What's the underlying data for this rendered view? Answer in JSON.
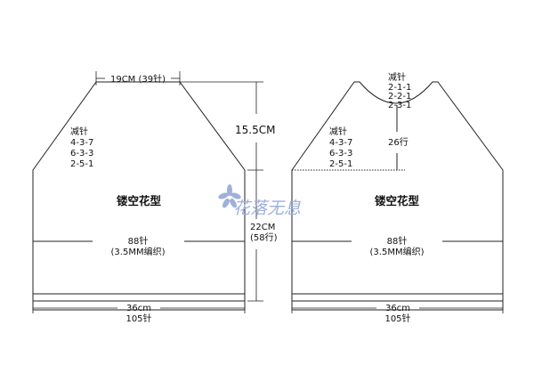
{
  "colors": {
    "line": "#222222",
    "watermark": "#9fb0dc"
  },
  "watermark": {
    "text": "花落无息",
    "icon": "flower-icon"
  },
  "back_piece": {
    "top_width": "19CM (39针)",
    "decrease_title": "减针",
    "decrease_rows": [
      "4-3-7",
      "6-3-3",
      "2-5-1"
    ],
    "armhole_height": "15.5CM",
    "pattern_name": "镂空花型",
    "stitches": "88针",
    "needle": "(3.5MM编织)",
    "body_height": "22CM",
    "body_rows": "(58行)",
    "bottom_width": "36cm",
    "bottom_stitches": "105针"
  },
  "front_piece": {
    "neck_title": "减针",
    "neck_rows": [
      "2-1-1",
      "2-2-1",
      "2-3-1"
    ],
    "neck_depth": "26行",
    "decrease_title": "减针",
    "decrease_rows": [
      "4-3-7",
      "6-3-3",
      "2-5-1"
    ],
    "pattern_name": "镂空花型",
    "stitches": "88针",
    "needle": "(3.5MM编织)",
    "bottom_width": "36cm",
    "bottom_stitches": "105针"
  }
}
